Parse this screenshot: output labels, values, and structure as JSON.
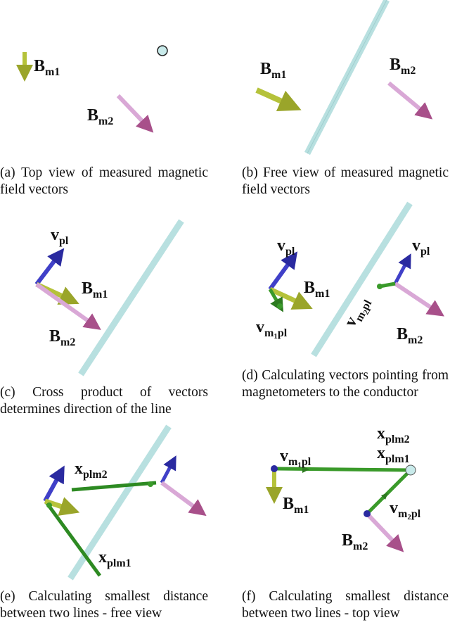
{
  "captions": {
    "a": "(a) Top view of measured magnetic field vectors",
    "b": "(b) Free view of measured magnetic field vectors",
    "c": "(c) Cross product of vectors determines direction of the line",
    "d": "(d) Calculating vectors pointing from magnetometers to the conductor",
    "e": "(e) Calculating smallest distance between two lines - free view",
    "f": "(f) Calculating smallest distance between two lines - top view"
  },
  "labels": {
    "B": "B",
    "v": "v",
    "x": "x",
    "m1": "m1",
    "m2": "m2",
    "pl": "pl",
    "m": "m",
    "one": "1",
    "two": "2",
    "plm1": "plm1",
    "plm2": "plm2"
  },
  "colors": {
    "yellow_green": "#b5c23a",
    "pink": "#d9a8d6",
    "blue": "#4040c8",
    "green": "#3a9a2a",
    "cyan_line": "#b8e0e0"
  }
}
